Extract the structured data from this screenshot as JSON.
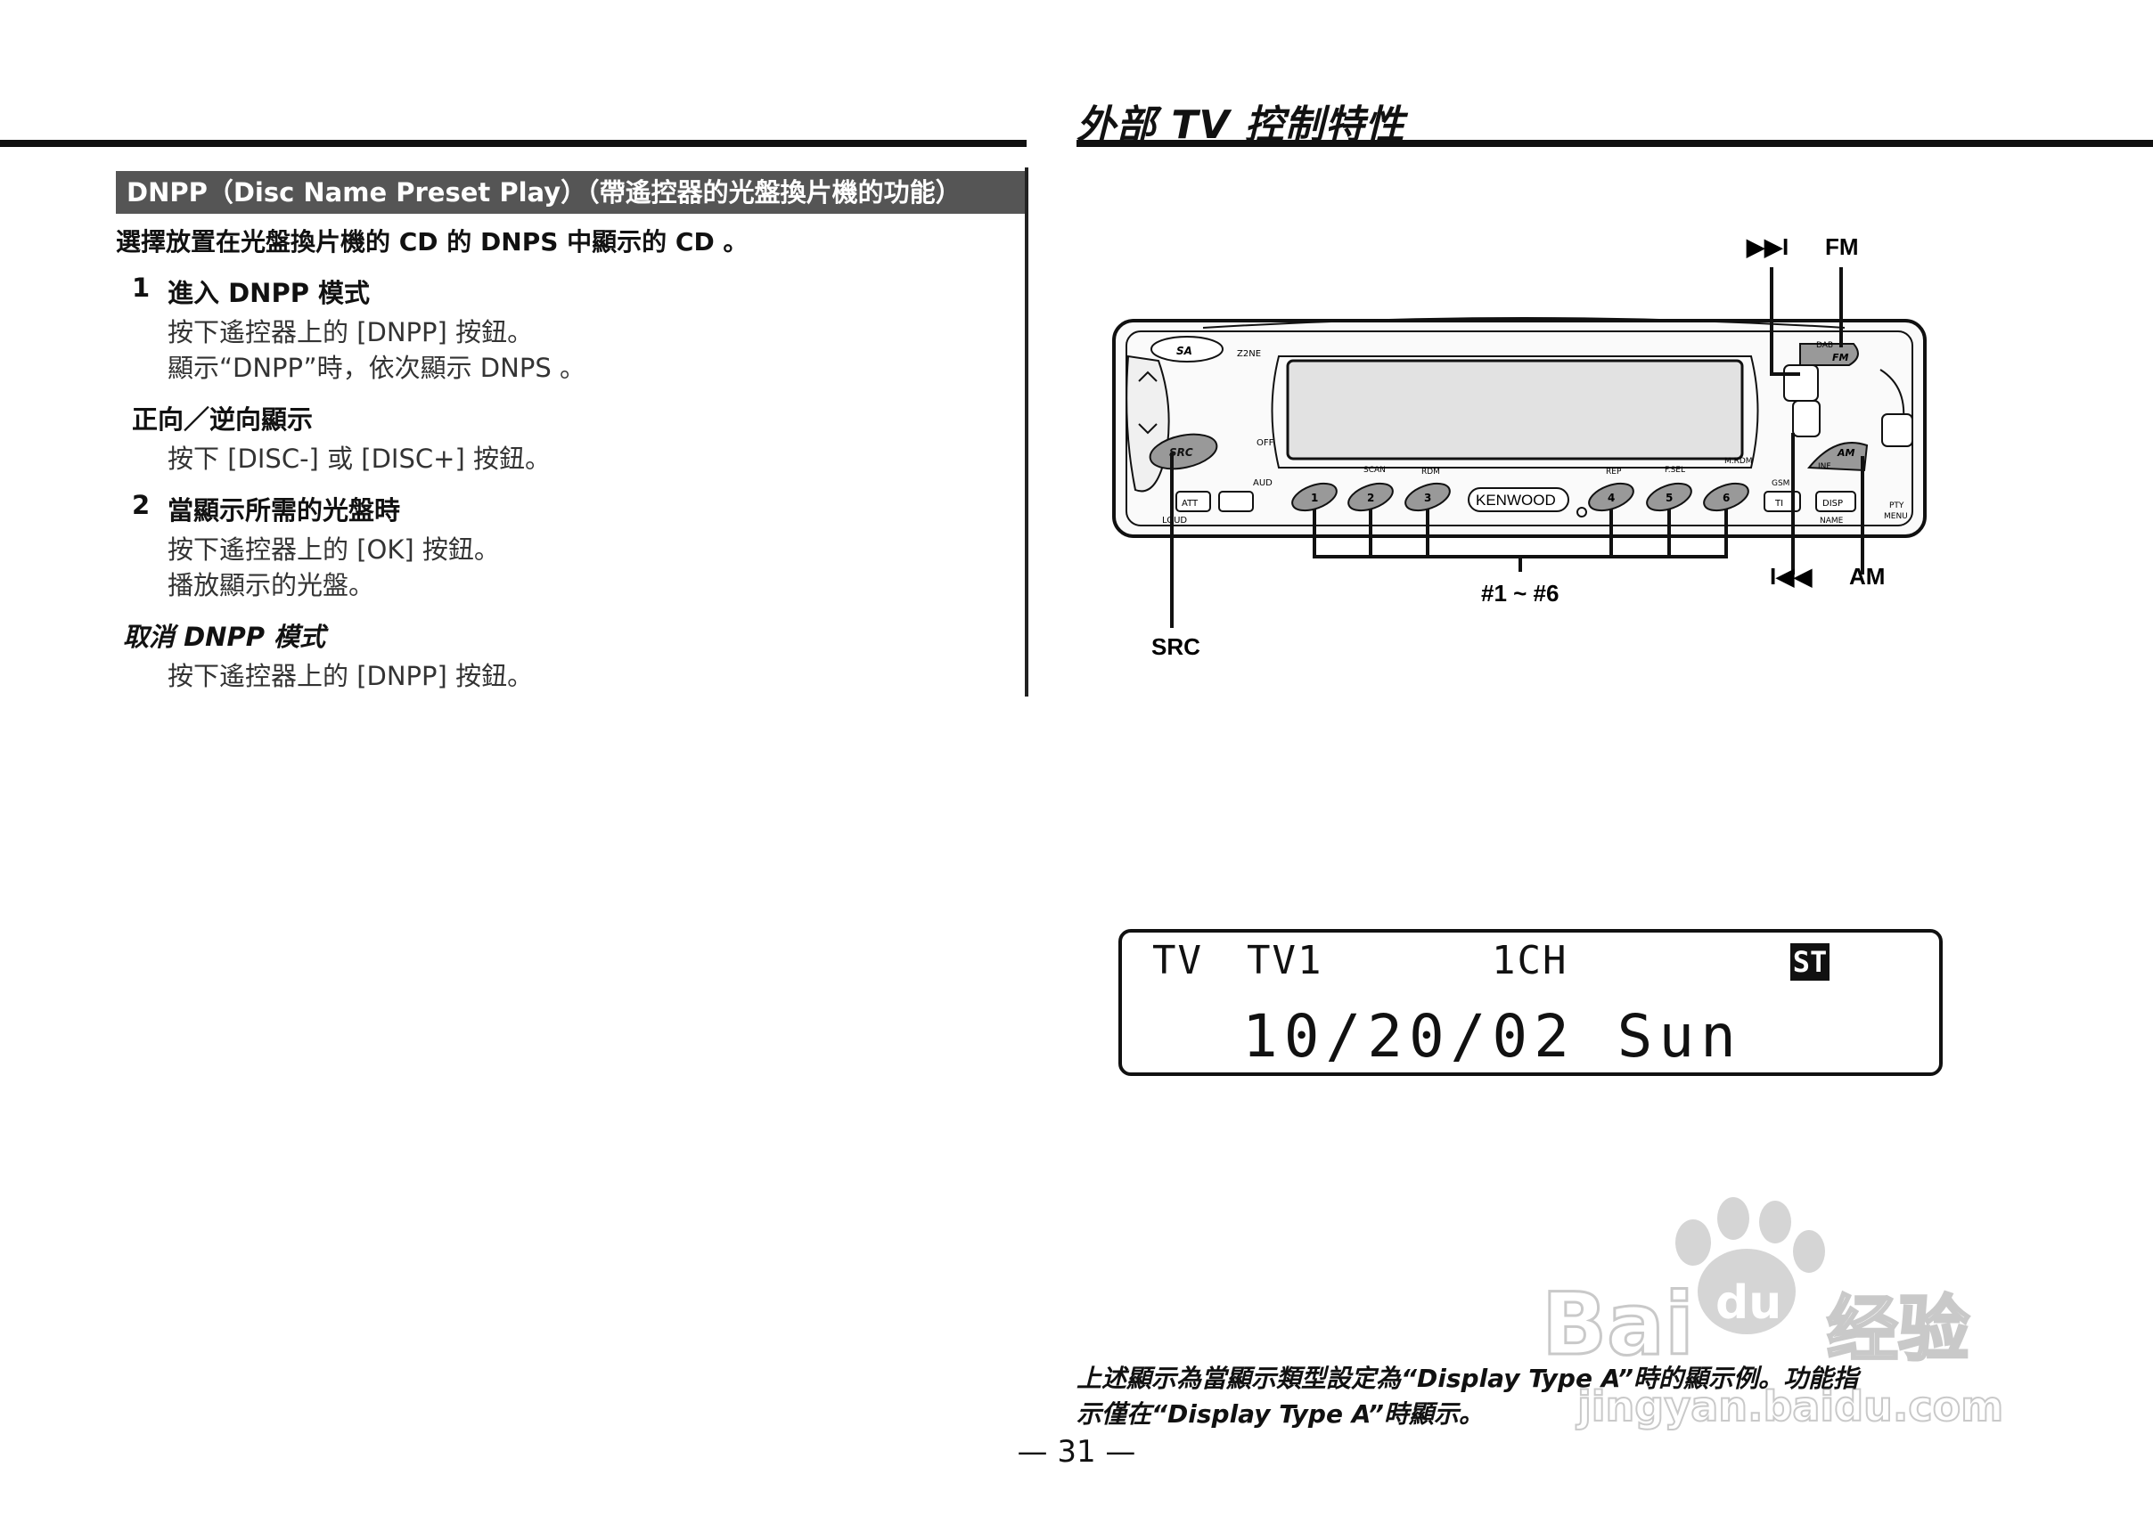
{
  "header": {
    "title": "外部 TV 控制特性"
  },
  "section": {
    "title": "DNPP（Disc Name Preset Play）（帶遙控器的光盤換片機的功能）",
    "intro": "選擇放置在光盤換片機的 CD 的 DNPS 中顯示的 CD 。"
  },
  "steps": [
    {
      "number": "1",
      "title": "進入 DNPP 模式",
      "lines": [
        "按下遙控器上的 [DNPP] 按鈕。",
        "顯示“DNPP”時，依次顯示 DNPS 。"
      ]
    },
    {
      "number": "2",
      "title": "當顯示所需的光盤時",
      "lines": [
        "按下遙控器上的 [OK] 按鈕。",
        "播放顯示的光盤。"
      ]
    }
  ],
  "direction": {
    "title": "正向／逆向顯示",
    "line": "按下 [DISC-] 或 [DISC+] 按鈕。"
  },
  "cancel": {
    "title": "取消 DNPP 模式",
    "line": "按下遙控器上的 [DNPP] 按鈕。"
  },
  "diagram": {
    "labels": {
      "next": "▶▶I",
      "fm": "FM",
      "prev": "I◀◀",
      "am": "AM",
      "presets": "#1 ~ #6",
      "src": "SRC"
    },
    "unit_labels": {
      "sa": "SA",
      "src_btn": "SRC",
      "brand": "KENWOOD",
      "att": "ATT",
      "ti": "TI",
      "disp": "DISP",
      "am_btn": "AM",
      "fm_btn": "FM",
      "loud": "LOUD",
      "aud": "AUD",
      "off": "OFF",
      "name": "NAME",
      "pty": "PTY",
      "menu": "MENU",
      "scan": "SCAN",
      "rdm": "RDM",
      "rep": "REP",
      "fsel": "F.SEL",
      "mrdm": "M.RDM",
      "gsm": "GSM",
      "inf": "INF",
      "dab": "DAB",
      "izone": "Z2NE",
      "presets": [
        "1",
        "2",
        "3",
        "4",
        "5",
        "6"
      ]
    }
  },
  "lcd": {
    "source": "TV",
    "band": "TV1",
    "channel": "1CH",
    "stereo": "ST",
    "main": "10/20/02 Sun"
  },
  "note": {
    "line1": "上述顯示為當顯示類型設定為“Display Type A”時的顯示例。功能指",
    "line2": "示僅在“Display Type A”時顯示。"
  },
  "page": {
    "number": "— 31 —"
  },
  "watermark": {
    "brand": "Bai",
    "brand2": "du",
    "brand_cn": "经验",
    "url": "jingyan.baidu.com"
  }
}
